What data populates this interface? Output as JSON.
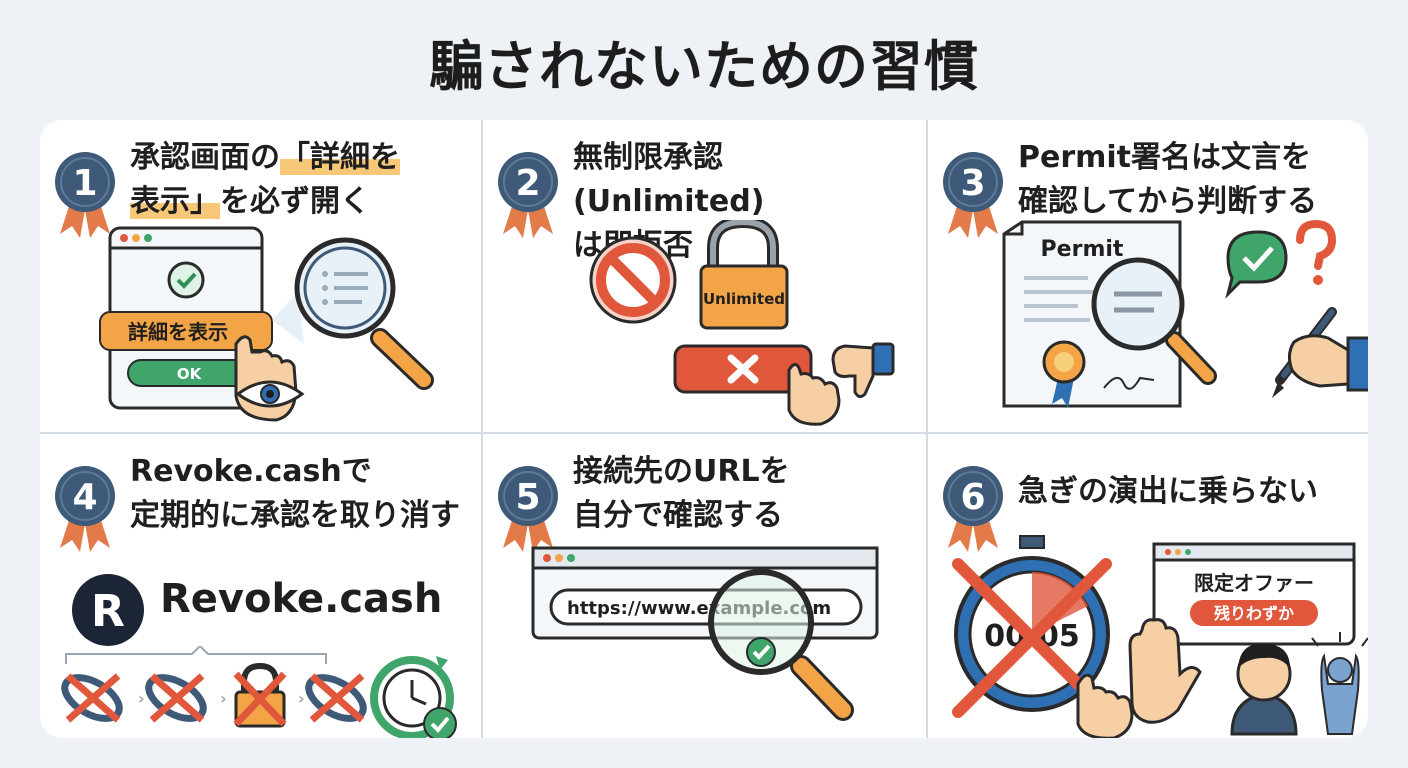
{
  "title": "騙されないための習慣",
  "tips": [
    {
      "number": "1",
      "line1_a": "承認画面の",
      "line1_b": "「詳細を",
      "line2_a": "表示」",
      "line2_b": "を必ず開く",
      "details_button": "詳細を表示",
      "ok_button": "OK"
    },
    {
      "number": "2",
      "line1": "無制限承認 (Unlimited)",
      "line2": "は即拒否",
      "lock_label": "Unlimited"
    },
    {
      "number": "3",
      "line1": "Permit署名は文言を",
      "line2": "確認してから判断する",
      "doc_label": "Permit"
    },
    {
      "number": "4",
      "line1": "Revoke.cashで",
      "line2": "定期的に承認を取り消す",
      "brand": "Revoke.cash",
      "logo_letter": "R"
    },
    {
      "number": "5",
      "line1": "接続先のURLを",
      "line2": "自分で確認する",
      "url": "https://www.example.com"
    },
    {
      "number": "6",
      "line1": "急ぎの演出に乗らない",
      "offer": "限定オファー",
      "scarcity": "残りわずか",
      "timer": "00:05"
    }
  ],
  "colors": {
    "badge": "#3e5a78",
    "ribbon": "#e37a4a",
    "orange": "#f2a446",
    "green": "#3fa56b",
    "red": "#e0573c",
    "dark": "#1f1f1f",
    "blue": "#2f6fb3"
  },
  "icons": [
    "check-icon",
    "magnifier-icon",
    "eye-icon",
    "pointer-hand-icon",
    "prohibited-icon",
    "padlock-icon",
    "thumbs-down-icon",
    "x-icon",
    "document-icon",
    "seal-icon",
    "question-icon",
    "pen-icon",
    "chain-link-icon",
    "clock-refresh-icon",
    "stopwatch-icon",
    "stop-hand-icon",
    "person-icon"
  ]
}
